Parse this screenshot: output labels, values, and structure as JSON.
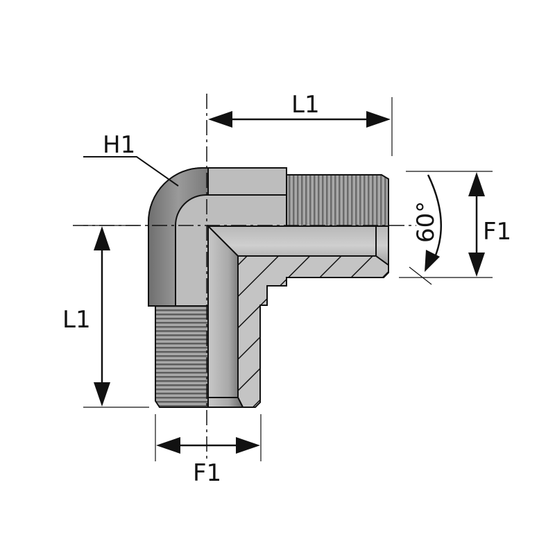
{
  "diagram": {
    "labels": {
      "top_length": "L1",
      "hex": "H1",
      "angle": "60°",
      "right_thread": "F1",
      "left_length": "L1",
      "bottom_thread": "F1"
    },
    "colors": {
      "body": "#bdbdbd",
      "body_dark": "#7a7a7a",
      "outline": "#111111"
    }
  }
}
